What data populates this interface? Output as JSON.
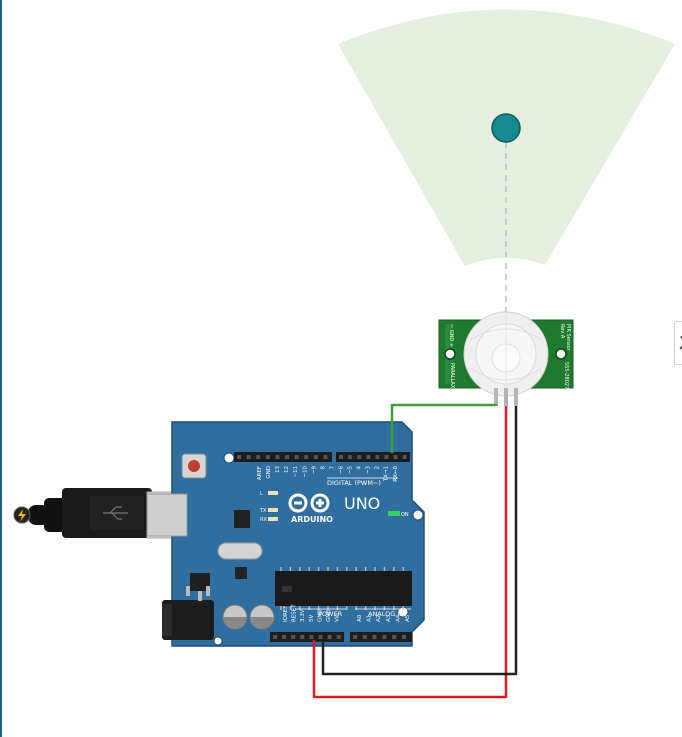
{
  "board": {
    "brand": "ARDUINO",
    "model": "UNO",
    "on_label": "ON",
    "digital_header": "DIGITAL (PWM~)",
    "power_header": "POWER",
    "analog_header": "ANALOG IN",
    "led_labels": [
      "L",
      "TX",
      "RX"
    ],
    "digital_pins": [
      "AREF",
      "GND",
      "13",
      "12",
      "~11",
      "~10",
      "~9",
      "8",
      "7",
      "~6",
      "~5",
      "4",
      "~3",
      "2",
      "TX→1",
      "RX←0"
    ],
    "power_pins": [
      "IOREF",
      "RESET",
      "3.3V",
      "5V",
      "GND",
      "GND",
      "Vin"
    ],
    "analog_pins": [
      "A0",
      "A1",
      "A2",
      "A3",
      "A4",
      "A5"
    ]
  },
  "pir": {
    "title": "PIR Sensor",
    "revision": "Rev A",
    "brand": "PARALLAX",
    "part_number": "555-28027",
    "marks": "~ GND +"
  },
  "wires": {
    "signal_color": "#3aa13a",
    "power_color": "#e01b1b",
    "ground_color": "#222222"
  },
  "edge_tab_glyph": "X",
  "colors": {
    "board": "#2f6e9e",
    "pcb_green": "#1e7a2e",
    "detection_zone": "#e4efdf",
    "target": "#168a8e"
  }
}
